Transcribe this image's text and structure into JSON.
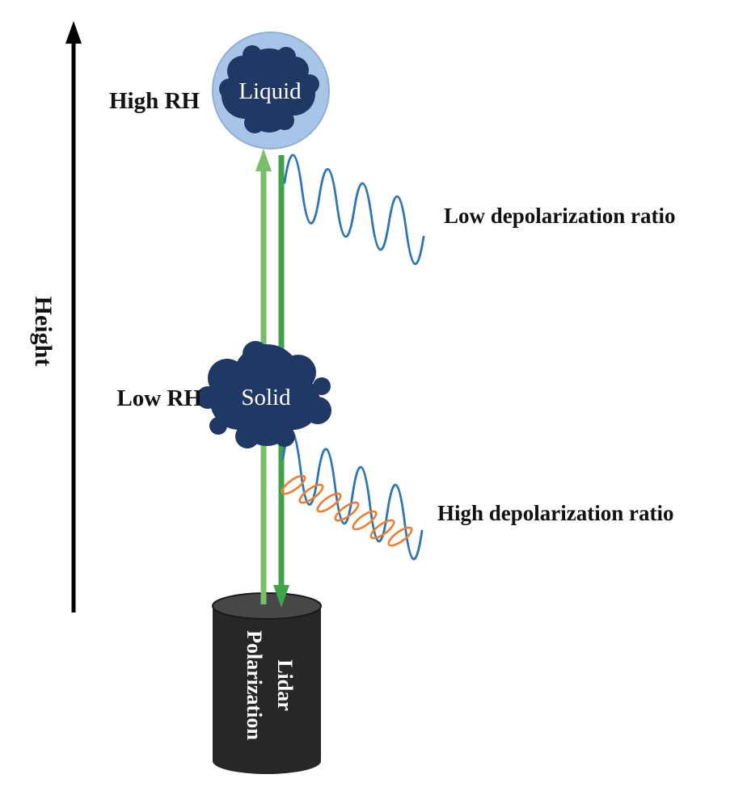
{
  "axis": {
    "label": "Height"
  },
  "particles": {
    "liquid": {
      "name": "Liquid",
      "condition": "High RH"
    },
    "solid": {
      "name": "Solid",
      "condition": "Low RH"
    }
  },
  "signals": {
    "low_depolarization": {
      "label": "Low depolarization ratio"
    },
    "high_depolarization": {
      "label": "High depolarization ratio"
    }
  },
  "instrument": {
    "label_line1": "Polarization",
    "label_line2": "Lidar"
  },
  "colors": {
    "particle_navy": "#1f3864",
    "droplet_light_blue": "#a8c4e6",
    "wave_blue": "#2e75b6",
    "coil_orange": "#ed7d31",
    "beam_green_up": "#7cbd6d",
    "beam_green_down": "#3fa34a",
    "lidar_body": "#272727",
    "lidar_top": "#474747",
    "axis_black": "#000000"
  }
}
